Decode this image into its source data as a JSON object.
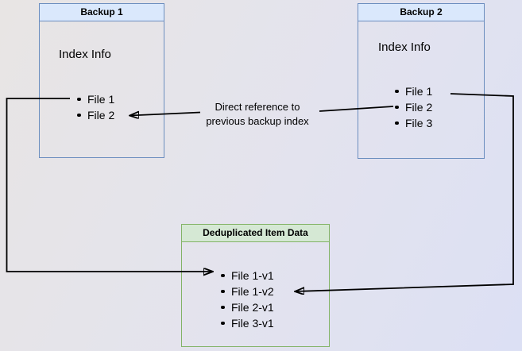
{
  "canvas": {
    "background_from": "#e8e5e4",
    "background_to": "#dce0f4",
    "edge_color": "#000000"
  },
  "boxes": {
    "backup1": {
      "title": "Backup 1",
      "body_label": "Index Info",
      "files": [
        "File 1",
        "File 2"
      ],
      "border_color": "#6c8ebf",
      "header_fill": "#dae8fc"
    },
    "backup2": {
      "title": "Backup 2",
      "body_label": "Index Info",
      "files": [
        "File 1",
        "File 2",
        "File 3"
      ],
      "border_color": "#6c8ebf",
      "header_fill": "#dae8fc"
    },
    "dedup": {
      "title": "Deduplicated Item Data",
      "files": [
        "File 1-v1",
        "File 1-v2",
        "File 2-v1",
        "File 3-v1"
      ],
      "border_color": "#82b366",
      "header_fill": "#d5e8d4"
    }
  },
  "edge_label": {
    "line1": "Direct reference to",
    "line2": "previous backup index"
  }
}
